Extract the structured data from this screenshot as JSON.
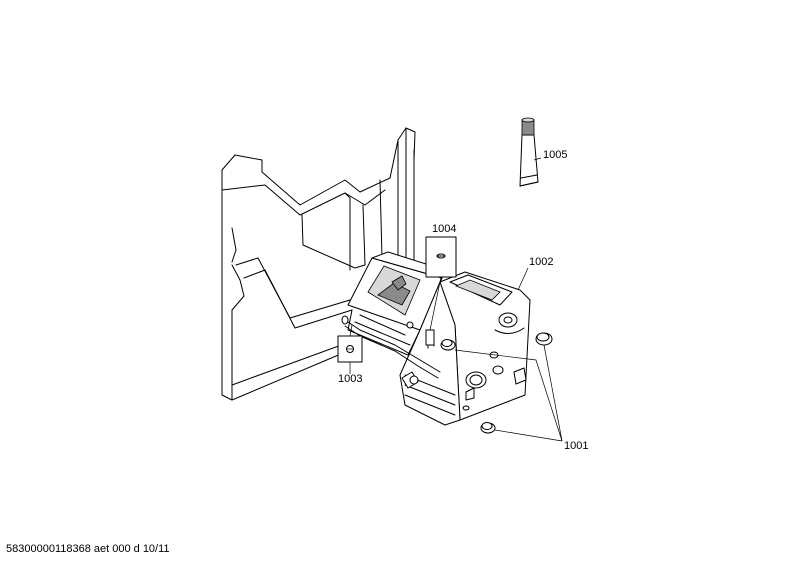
{
  "diagram": {
    "callouts": [
      {
        "id": "c1001",
        "text": "1001"
      },
      {
        "id": "c1002",
        "text": "1002"
      },
      {
        "id": "c1003",
        "text": "1003"
      },
      {
        "id": "c1004",
        "text": "1004"
      },
      {
        "id": "c1005",
        "text": "1005"
      }
    ],
    "footer": "58300000118368 aet 000 d 10/11"
  }
}
